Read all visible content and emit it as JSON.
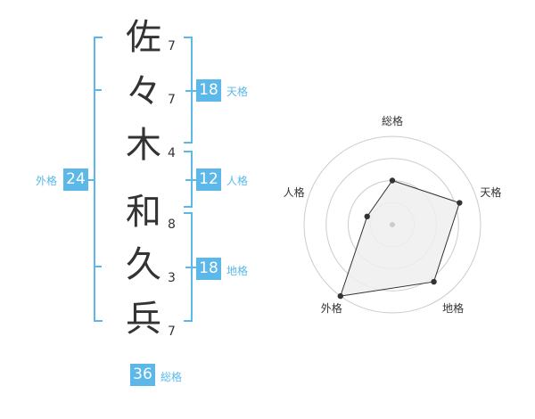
{
  "name": {
    "characters": [
      "佐",
      "々",
      "木",
      "和",
      "久",
      "兵"
    ],
    "strokes": [
      "7",
      "7",
      "4",
      "8",
      "3",
      "7"
    ]
  },
  "fortune": {
    "tenkaku": {
      "label": "天格",
      "value": "18"
    },
    "jinkaku": {
      "label": "人格",
      "value": "12"
    },
    "chikaku": {
      "label": "地格",
      "value": "18"
    },
    "gaikaku": {
      "label": "外格",
      "value": "24"
    },
    "soukaku": {
      "label": "総格",
      "value": "36"
    }
  },
  "colors": {
    "accent": "#5bb8e8",
    "text": "#333333",
    "grid": "#cccccc",
    "fill": "#eeeeee"
  },
  "chart_data": {
    "type": "radar",
    "axes": [
      "総格",
      "天格",
      "地格",
      "外格",
      "人格"
    ],
    "values": [
      0.5,
      0.8,
      0.8,
      1.0,
      0.3
    ],
    "rings": 4,
    "max": 1.0
  }
}
